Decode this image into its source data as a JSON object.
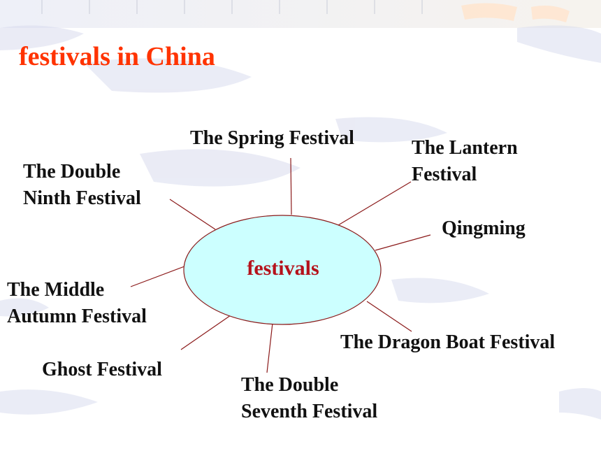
{
  "slide": {
    "title": "festivals in China"
  },
  "diagram": {
    "center": "festivals",
    "nodes": [
      {
        "id": "spring",
        "lines": [
          "The Spring Festival"
        ]
      },
      {
        "id": "lantern",
        "lines": [
          "The Lantern",
          "Festival"
        ]
      },
      {
        "id": "double-ninth",
        "lines": [
          "The Double",
          "Ninth Festival"
        ]
      },
      {
        "id": "qingming",
        "lines": [
          "Qingming"
        ]
      },
      {
        "id": "mid-autumn",
        "lines": [
          "The Middle",
          "Autumn Festival"
        ]
      },
      {
        "id": "dragon-boat",
        "lines": [
          "The Dragon Boat Festival"
        ]
      },
      {
        "id": "ghost",
        "lines": [
          "Ghost Festival"
        ]
      },
      {
        "id": "double-seventh",
        "lines": [
          "The Double",
          "Seventh Festival"
        ]
      }
    ]
  },
  "colors": {
    "title": "#ff3300",
    "center_text": "#b5121b",
    "ellipse_fill": "#ccffff",
    "line": "#8b1a1a"
  }
}
